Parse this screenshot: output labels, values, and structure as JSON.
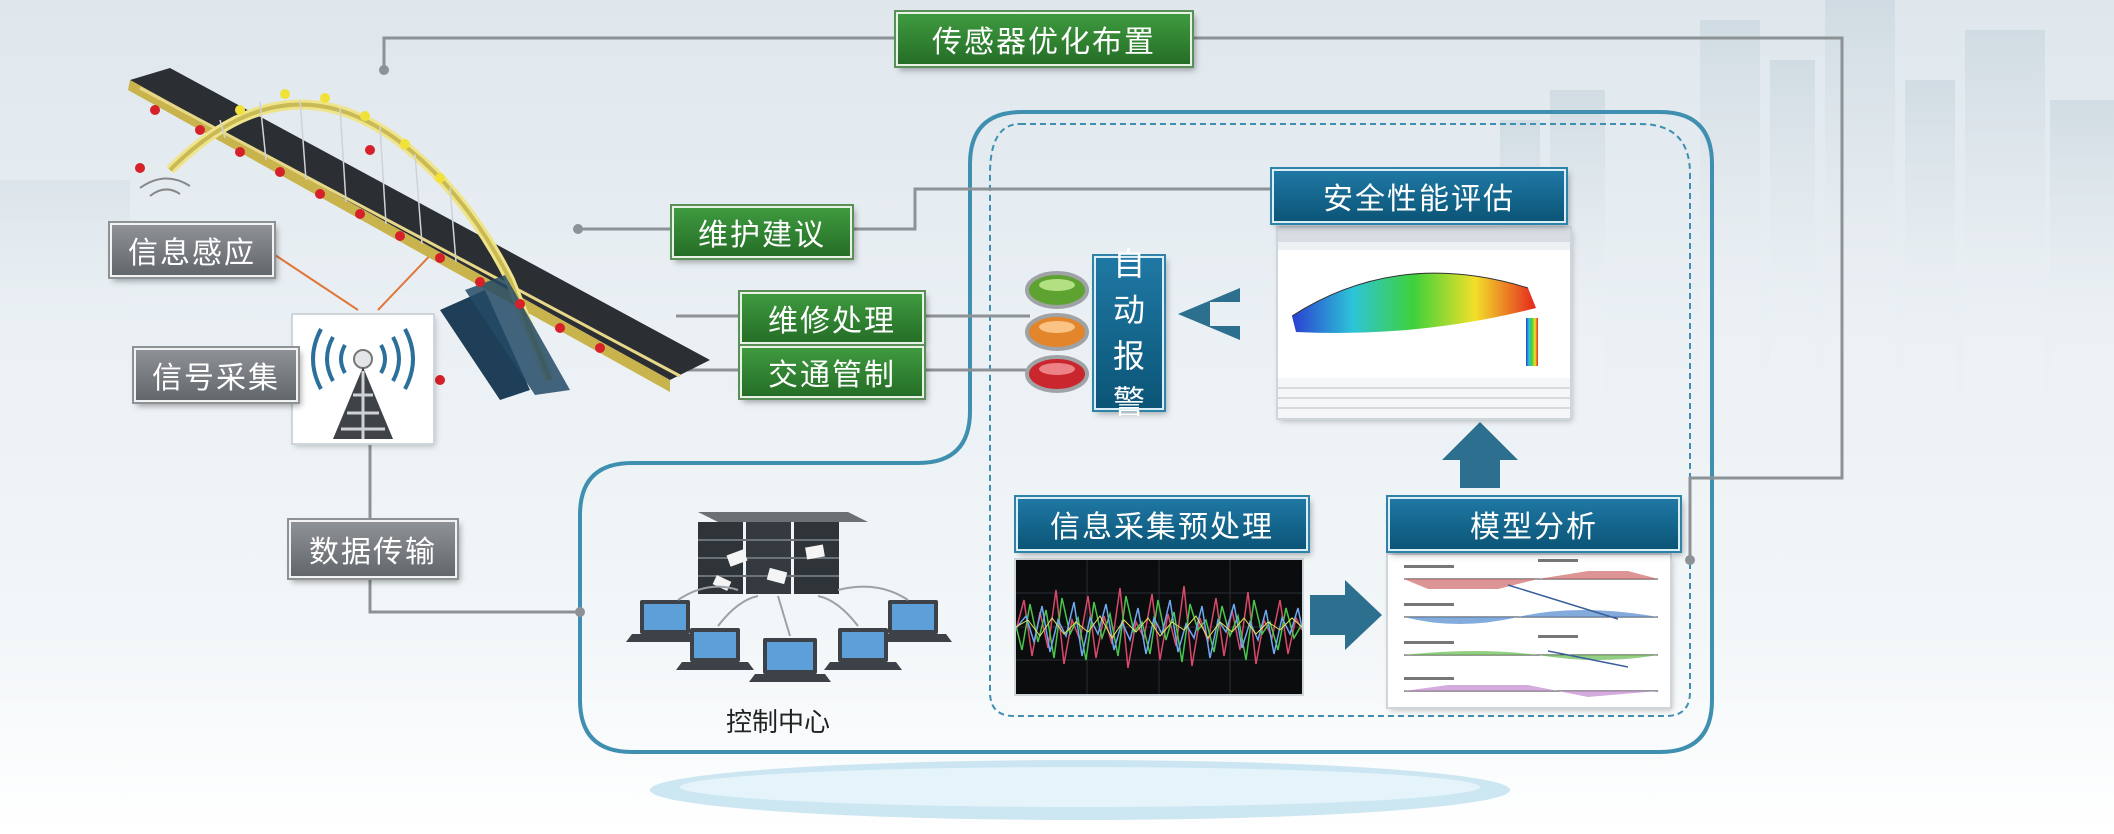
{
  "title_label": "传感器优化布置",
  "left_labels": {
    "info_sensing": "信息感应",
    "signal_collection": "信号采集",
    "data_transmission": "数据传输"
  },
  "actions": {
    "maintenance_advice": "维护建议",
    "repair_handling": "维修处理",
    "traffic_control": "交通管制"
  },
  "auto_alarm": [
    "自",
    "动",
    "报",
    "警"
  ],
  "safety_assessment": "安全性能评估",
  "preprocessing": "信息采集预处理",
  "model_analysis": "模型分析",
  "control_center": "控制中心",
  "colors": {
    "green_tag": "#2f8533",
    "gray_tag": "#74797d",
    "blue_tag": "#15668d",
    "frame": "#3f8fb0",
    "connector": "#8c9296",
    "arrow": "#2c6f8f"
  }
}
